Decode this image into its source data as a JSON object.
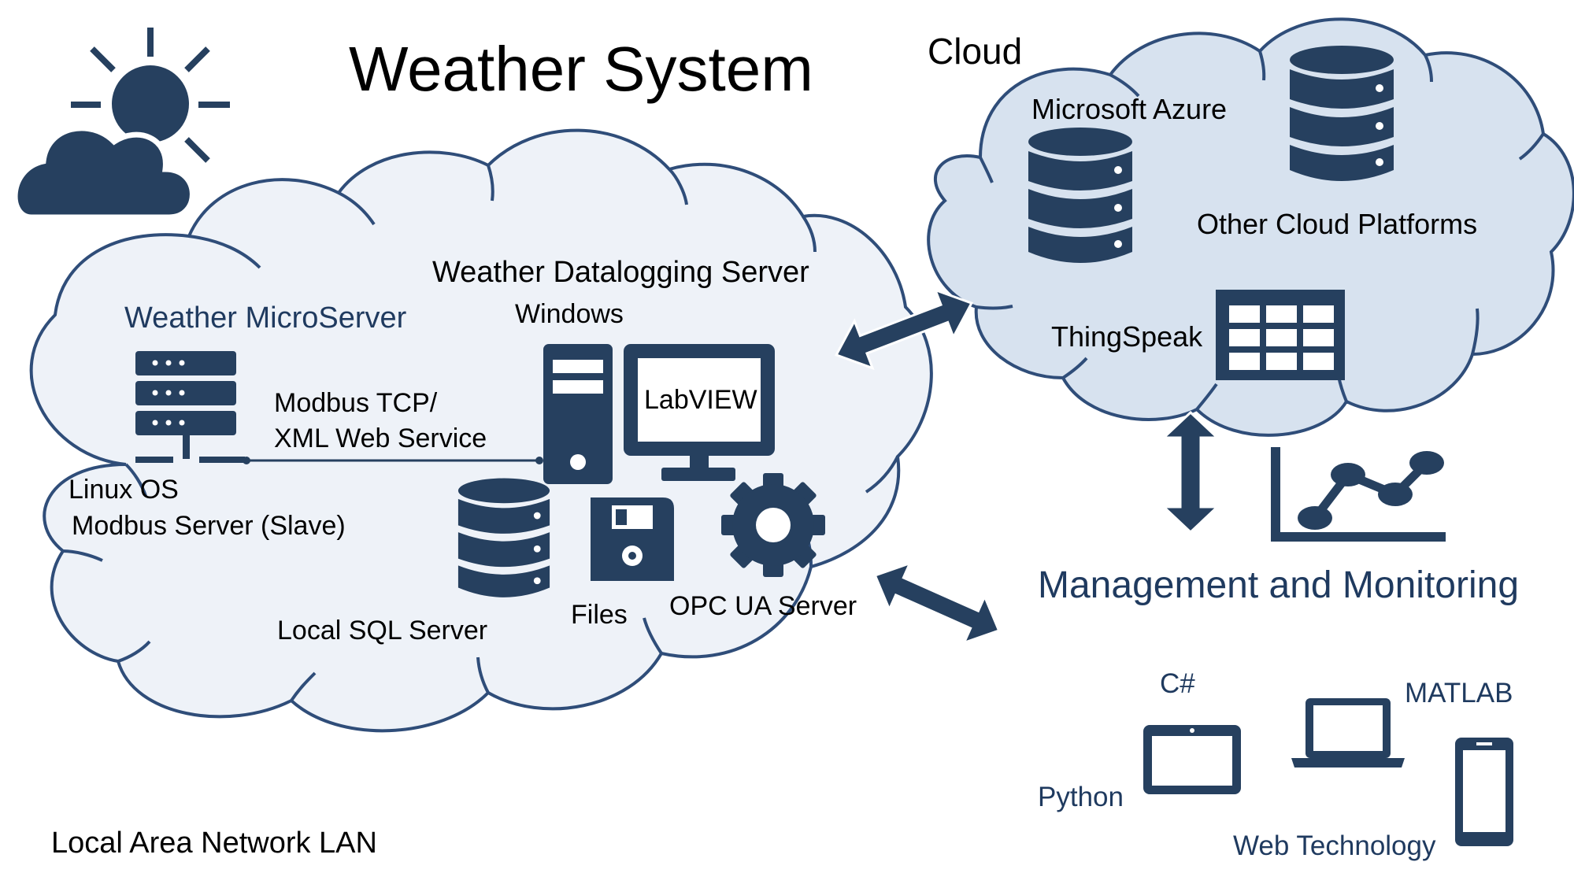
{
  "title": "Weather System",
  "colors": {
    "icon": "#26405f",
    "cloud_fill_lan": "#eef2f8",
    "cloud_fill_cloud": "#d7e2ef",
    "cloud_stroke": "#2f4d79",
    "text": "#000000",
    "accent_text": "#1f3a5f"
  },
  "lan": {
    "caption": "Local Area Network LAN",
    "microserver": {
      "name": "Weather MicroServer",
      "os": "Linux OS",
      "role": "Modbus Server (Slave)"
    },
    "link": {
      "line1": "Modbus TCP/",
      "line2": "XML Web Service"
    },
    "datalogging": {
      "name": "Weather Datalogging Server",
      "os": "Windows",
      "app": "LabVIEW",
      "components": [
        "Local SQL Server",
        "Files",
        "OPC UA Server"
      ]
    }
  },
  "cloud": {
    "label": "Cloud",
    "platforms": [
      "Microsoft Azure",
      "Other Cloud Platforms",
      "ThingSpeak"
    ]
  },
  "management": {
    "title": "Management and Monitoring",
    "tools": [
      "C#",
      "MATLAB",
      "Python",
      "Web Technology"
    ]
  },
  "icons": [
    "sun-cloud-icon",
    "server-rack-icon",
    "desktop-tower-icon",
    "monitor-icon",
    "database-icon",
    "floppy-disk-icon",
    "gear-icon",
    "table-grid-icon",
    "line-chart-icon",
    "tablet-icon",
    "laptop-icon",
    "smartphone-icon",
    "double-arrow-icon"
  ]
}
